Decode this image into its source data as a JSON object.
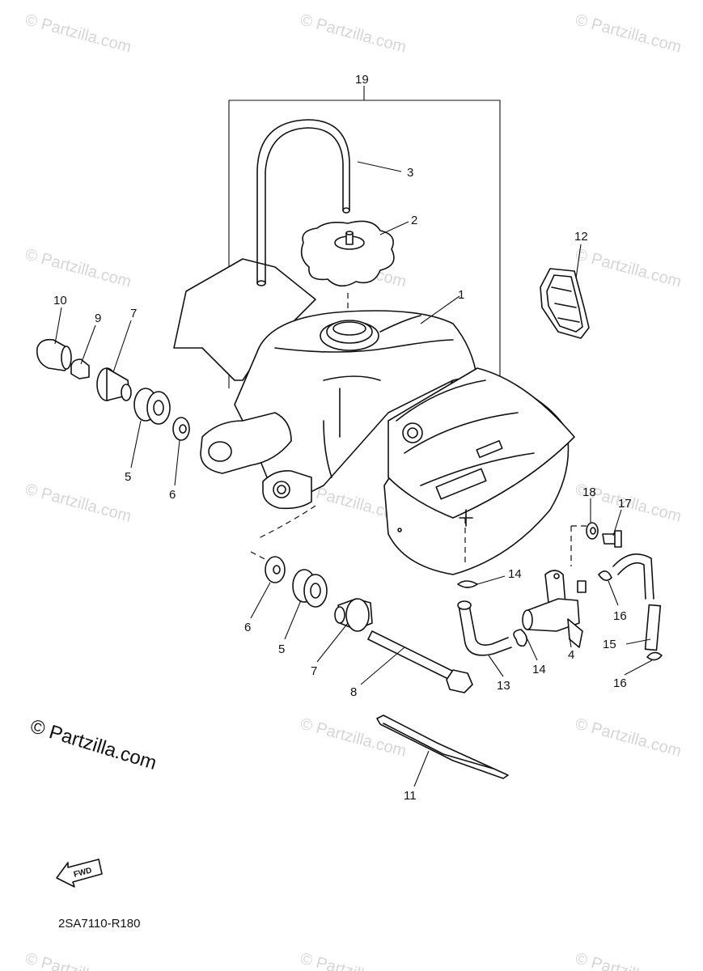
{
  "watermark": "© Partzilla.com",
  "credit": "© Partzilla.com",
  "diagram_code": "2SA7110-R180",
  "fwd_label": "FWD",
  "callouts": [
    {
      "id": "c19",
      "label": "19"
    },
    {
      "id": "c3",
      "label": "3"
    },
    {
      "id": "c2",
      "label": "2"
    },
    {
      "id": "c1",
      "label": "1"
    },
    {
      "id": "c12",
      "label": "12"
    },
    {
      "id": "c10",
      "label": "10"
    },
    {
      "id": "c9",
      "label": "9"
    },
    {
      "id": "c7a",
      "label": "7"
    },
    {
      "id": "c5a",
      "label": "5"
    },
    {
      "id": "c6a",
      "label": "6"
    },
    {
      "id": "c18",
      "label": "18"
    },
    {
      "id": "c17",
      "label": "17"
    },
    {
      "id": "c14a",
      "label": "14"
    },
    {
      "id": "c16a",
      "label": "16"
    },
    {
      "id": "c4",
      "label": "4"
    },
    {
      "id": "c15",
      "label": "15"
    },
    {
      "id": "c14b",
      "label": "14"
    },
    {
      "id": "c13",
      "label": "13"
    },
    {
      "id": "c16b",
      "label": "16"
    },
    {
      "id": "c6b",
      "label": "6"
    },
    {
      "id": "c5b",
      "label": "5"
    },
    {
      "id": "c7b",
      "label": "7"
    },
    {
      "id": "c8",
      "label": "8"
    },
    {
      "id": "c11",
      "label": "11"
    }
  ]
}
